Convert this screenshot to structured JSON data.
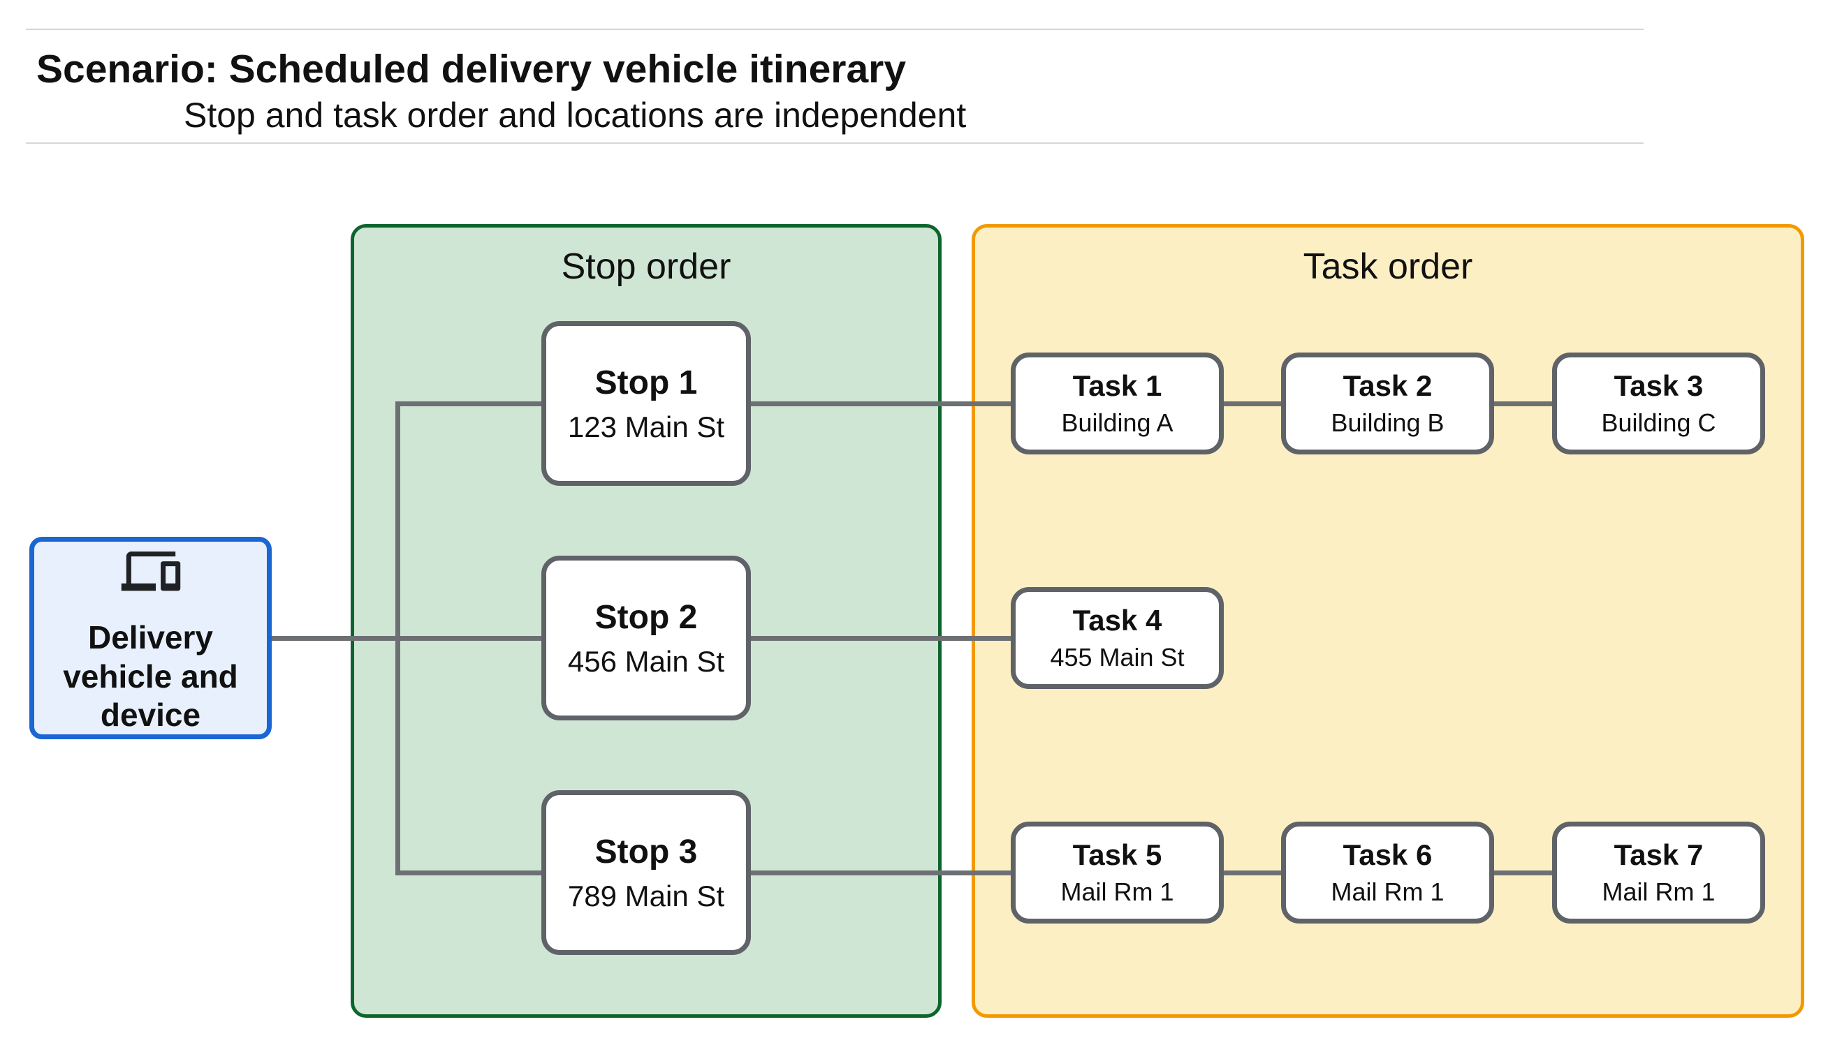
{
  "page": {
    "title": "Scenario: Scheduled delivery vehicle itinerary",
    "subtitle": "Stop and task order and locations are independent"
  },
  "source": {
    "label": "Delivery vehicle and device",
    "icon": "devices-icon"
  },
  "panels": {
    "stop": {
      "title": "Stop order",
      "fill": "#cfe6d4",
      "border": "#0d652d"
    },
    "task": {
      "title": "Task order",
      "fill": "#fdefc4",
      "border": "#f29900"
    }
  },
  "stops": [
    {
      "title": "Stop 1",
      "subtitle": "123 Main St"
    },
    {
      "title": "Stop 2",
      "subtitle": "456 Main St"
    },
    {
      "title": "Stop 3",
      "subtitle": "789 Main St"
    }
  ],
  "tasks": [
    {
      "title": "Task 1",
      "subtitle": "Building A"
    },
    {
      "title": "Task 2",
      "subtitle": "Building B"
    },
    {
      "title": "Task 3",
      "subtitle": "Building C"
    },
    {
      "title": "Task 4",
      "subtitle": "455 Main St"
    },
    {
      "title": "Task 5",
      "subtitle": "Mail Rm 1"
    },
    {
      "title": "Task 6",
      "subtitle": "Mail Rm 1"
    },
    {
      "title": "Task 7",
      "subtitle": "Mail Rm 1"
    }
  ],
  "colors": {
    "source_fill": "#e8f0fe",
    "source_border": "#1a66d3",
    "node_border": "#5f6368",
    "connector": "#6d7073",
    "divider": "#d6d6d6",
    "text": "#111111"
  }
}
